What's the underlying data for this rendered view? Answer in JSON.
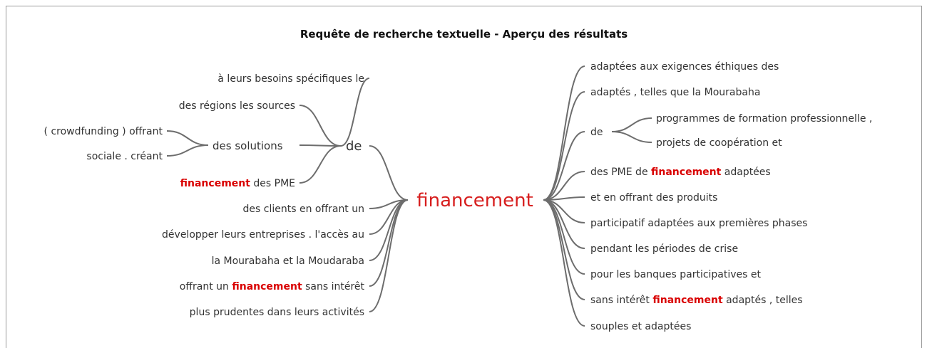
{
  "title": "Requête de recherche textuelle - Aperçu des résultats",
  "center": "financement",
  "left": [
    {
      "prefix": "",
      "hl": "",
      "suffix": "à leurs besoins spécifiques le",
      "group": "de"
    },
    {
      "prefix": "",
      "hl": "",
      "suffix": "des régions les sources",
      "group": "de"
    },
    {
      "prefix": "",
      "hl": "",
      "suffix": "( crowdfunding ) offrant",
      "group": "des-solutions"
    },
    {
      "prefix": "",
      "hl": "",
      "suffix": "sociale . créant",
      "group": "des-solutions"
    },
    {
      "prefix": "",
      "hl": "financement",
      "suffix": " des PME",
      "group": "de"
    },
    {
      "prefix": "",
      "hl": "",
      "suffix": "des clients en offrant un",
      "group": ""
    },
    {
      "prefix": "",
      "hl": "",
      "suffix": "développer leurs entreprises . l'accès au",
      "group": ""
    },
    {
      "prefix": "",
      "hl": "",
      "suffix": "la Mourabaha et la Moudaraba",
      "group": ""
    },
    {
      "prefix": "offrant un ",
      "hl": "financement",
      "suffix": " sans intérêt",
      "group": ""
    },
    {
      "prefix": "",
      "hl": "",
      "suffix": "plus prudentes dans leurs activités",
      "group": ""
    }
  ],
  "left_mid": {
    "de": "de",
    "des_solutions": "des solutions"
  },
  "right": [
    {
      "prefix": "adaptées aux exigences éthiques des",
      "hl": "",
      "suffix": ""
    },
    {
      "prefix": "adaptés , telles que la Mourabaha",
      "hl": "",
      "suffix": ""
    },
    {
      "prefix": "des PME de ",
      "hl": "financement",
      "suffix": " adaptées"
    },
    {
      "prefix": "et en offrant des produits",
      "hl": "",
      "suffix": ""
    },
    {
      "prefix": "participatif adaptées aux premières phases",
      "hl": "",
      "suffix": ""
    },
    {
      "prefix": "pendant les périodes de crise",
      "hl": "",
      "suffix": ""
    },
    {
      "prefix": "pour les banques participatives et",
      "hl": "",
      "suffix": ""
    },
    {
      "prefix": "sans intérêt ",
      "hl": "financement",
      "suffix": " adaptés , telles"
    },
    {
      "prefix": "souples et adaptées",
      "hl": "",
      "suffix": ""
    }
  ],
  "right_mid": {
    "de": "de",
    "children": [
      "programmes de formation professionnelle ,",
      "projets de coopération et"
    ]
  }
}
